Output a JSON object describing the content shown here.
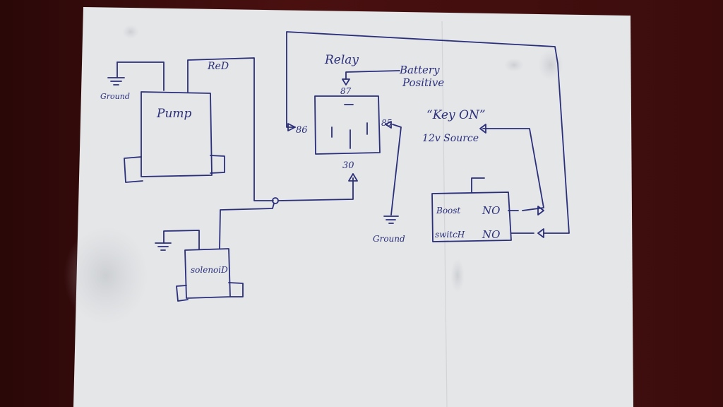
{
  "labels": {
    "ground_left": "Ground",
    "pump": "Pump",
    "red": "ReD",
    "relay": "Relay",
    "battery_line1": "Battery",
    "battery_line2": "Positive",
    "pin_87": "87",
    "pin_86": "86",
    "pin_85": "85",
    "pin_30": "30",
    "key_on": "“Key ON”",
    "source_12v": "12v  Source",
    "ground_relay": "Ground",
    "boost": "Boost",
    "switch": "switcH",
    "no_top": "NO",
    "no_bottom": "NO",
    "solenoid": "solenoiD"
  },
  "colors": {
    "paper": "#e6e8ea",
    "ink": "#2b2f7a",
    "background": "#3a0e0e"
  }
}
